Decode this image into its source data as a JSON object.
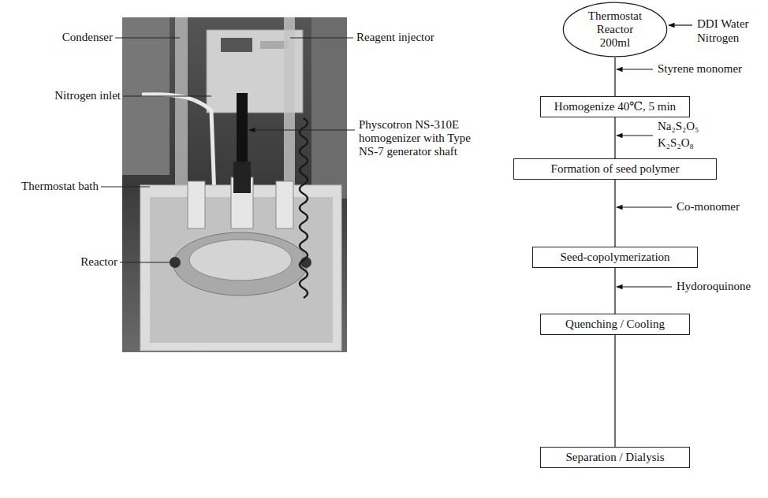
{
  "diagram": {
    "nodes": [
      {
        "text": [
          "Thermostat Reactor 200ml"
        ]
      },
      {
        "text": [
          "Homogenize 40℃, 5 min"
        ]
      },
      {
        "text": [
          "Formation of seed polymer"
        ]
      },
      {
        "text": [
          "Seed-copolymerization"
        ]
      },
      {
        "text": [
          "Quenching / Cooling"
        ]
      },
      {
        "text": [
          "Separation / Dialysis"
        ]
      }
    ],
    "edges": [
      {
        "from": 0,
        "to": 1,
        "arrow": "none"
      },
      {
        "from": 1,
        "to": 2,
        "arrow": "none"
      },
      {
        "from": 2,
        "to": 3,
        "arrow": "none"
      },
      {
        "from": 3,
        "to": 4,
        "arrow": "none"
      },
      {
        "from": 4,
        "to": 5,
        "arrow": "none"
      }
    ],
    "labels": [
      "Condenser",
      "Reagent injector",
      "Nitrogen inlet",
      "Physcotron NS-310E homogenizer with Type NS-7 generator shaft",
      "Thermostat bath",
      "Reactor",
      "DDI Water",
      "Nitrogen",
      "Styrene monomer",
      "Na₂S₂O₅",
      "K₂S₂O₈",
      "Co-monomer",
      "Hydoroquinone"
    ]
  }
}
